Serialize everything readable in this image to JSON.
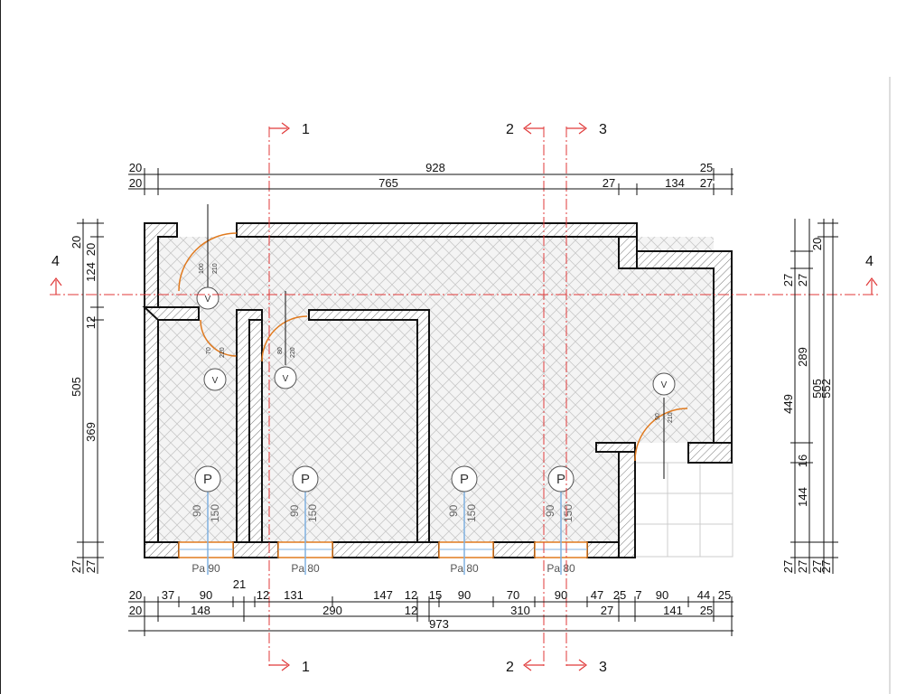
{
  "drawing": {
    "sections": {
      "s1": "1",
      "s2": "2",
      "s3": "3",
      "s4": "4"
    },
    "top_dims": {
      "row1": [
        "20",
        "928",
        "25"
      ],
      "row2": [
        "20",
        "765",
        "27",
        "134",
        "27"
      ]
    },
    "bottom_dims": {
      "row1": [
        "20",
        "37",
        "90",
        "12",
        "131",
        "147",
        "12",
        "15",
        "90",
        "70",
        "90",
        "47",
        "25",
        "7",
        "90",
        "44",
        "25"
      ],
      "row2": [
        "20",
        "148",
        "290",
        "12",
        "310",
        "27",
        "141",
        "25"
      ],
      "row3": "973",
      "extra": "21"
    },
    "left_dims": {
      "outer": [
        "27",
        "27",
        "505"
      ],
      "inner": [
        "20",
        "124",
        "12",
        "369",
        "27"
      ],
      "top2": "20"
    },
    "right_dims": {
      "outer": [
        "552",
        "27"
      ],
      "mid": [
        "505",
        "27"
      ],
      "inner": [
        "20",
        "27",
        "289",
        "16",
        "144",
        "27"
      ],
      "far": [
        "27",
        "449",
        "27"
      ]
    },
    "windows": [
      "Pa 90",
      "Pa 80",
      "Pa 80",
      "Pa 80"
    ],
    "window_symbols": [
      "P",
      "P",
      "P",
      "P"
    ],
    "window_heights": {
      "sill": "90",
      "height": "150"
    },
    "vents": [
      "V",
      "V",
      "V",
      "V"
    ],
    "doors": [
      {
        "w": "100",
        "h": "210"
      },
      {
        "w": "70",
        "h": "220"
      },
      {
        "w": "80",
        "h": "220"
      },
      {
        "w": "90",
        "h": "210"
      }
    ],
    "colors": {
      "section_line": "#e03a3a",
      "door_swing": "#e07a1f",
      "wall": "#111111",
      "glass": "#7fb0e0"
    }
  }
}
